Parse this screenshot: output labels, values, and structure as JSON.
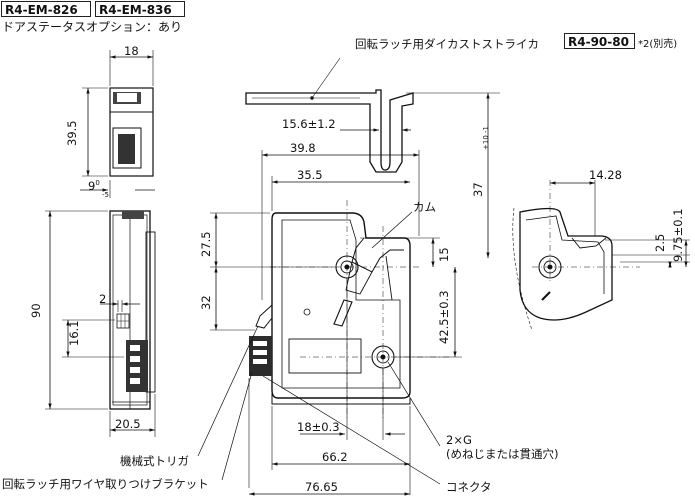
{
  "header": {
    "model_a": "R4-EM-826",
    "model_b": "R4-EM-836",
    "door_status_option": "ドアステータスオプション：あり"
  },
  "striker": {
    "label": "回転ラッチ用ダイカストストライカ",
    "part_no": "R4-90-80",
    "note": "*2(別売)"
  },
  "dimensions": {
    "w18": "18",
    "h39_5": "39.5",
    "d9": "9",
    "d9_tol_upper": "0",
    "d9_tol_lower": "-5",
    "h90": "90",
    "d2": "2",
    "h16_1": "16.1",
    "w20_5": "20.5",
    "w15_6": "15.6±1.2",
    "w39_8": "39.8",
    "w35_5": "35.5",
    "h37": "37",
    "h37_tol_upper": "+10",
    "h37_tol_lower": "-1",
    "h27_5": "27.5",
    "h32": "32",
    "h15": "15",
    "h42_5": "42.5±0.3",
    "w18_0_3": "18±0.3",
    "w66_2": "66.2",
    "w76_65": "76.65",
    "w14_28": "14.28",
    "h2_5": "2.5",
    "h9_75": "9.75±0.1"
  },
  "callouts": {
    "cam": "カム",
    "holes": "2×G",
    "holes_note": "(めねじまたは貫通穴)",
    "mech_trigger": "機械式トリガ",
    "bracket": "回転ラッチ用ワイヤ取りつけブラケット",
    "connector": "コネクタ"
  }
}
